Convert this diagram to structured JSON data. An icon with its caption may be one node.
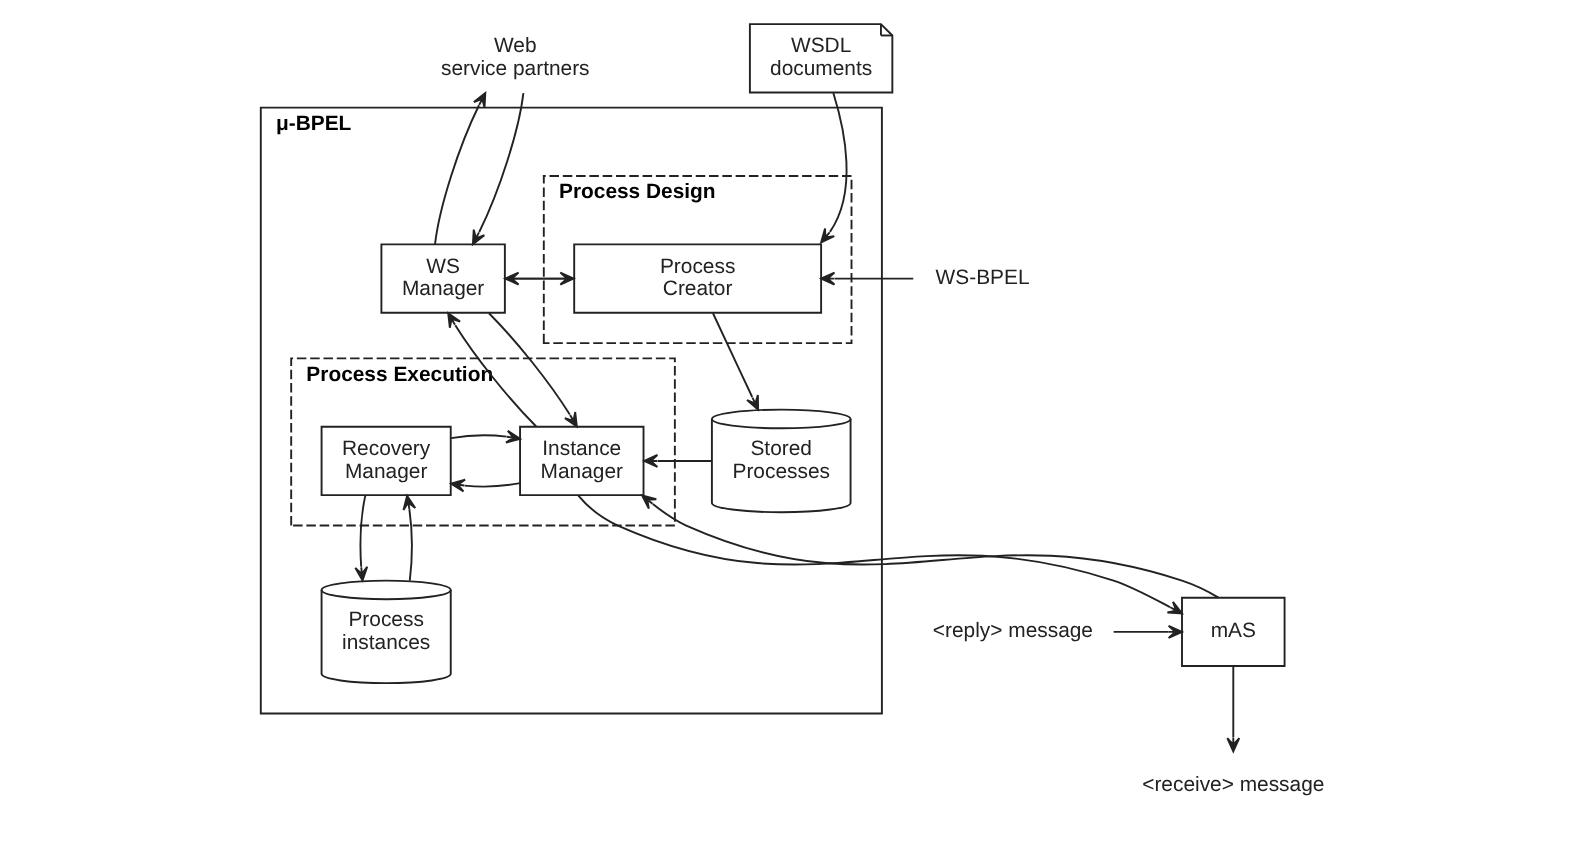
{
  "diagram": {
    "nodes": [
      {
        "text": [
          "WSDL documents"
        ]
      },
      {
        "text": [
          "Web service partners"
        ]
      },
      {
        "text": [
          "μ-BPEL"
        ]
      },
      {
        "text": [
          "Process Design"
        ],
        "in": 2
      },
      {
        "text": [
          "WS-BPEL"
        ]
      },
      {
        "text": [
          "Process Creator"
        ],
        "in": 3
      },
      {
        "text": [
          "WS Manager"
        ],
        "in": 2
      },
      {
        "text": [
          "Process Execution"
        ],
        "in": 2
      },
      {
        "text": [
          "Stored Processes"
        ],
        "in": 2
      },
      {
        "text": [
          "Instance Manager"
        ],
        "in": 7
      },
      {
        "text": [
          "Recovery Manager"
        ],
        "in": 7
      },
      {
        "text": [
          "<reply> message"
        ]
      },
      {
        "text": [
          "mAS"
        ]
      },
      {
        "text": [
          "<receive> message"
        ]
      },
      {
        "text": [
          "Process instances"
        ],
        "in": 2
      }
    ],
    "edges": [
      {
        "from": 0,
        "to": 5,
        "arrow": "to"
      },
      {
        "from": 1,
        "to": 6,
        "arrow": "to"
      },
      {
        "from": 6,
        "to": 1,
        "arrow": "to"
      },
      {
        "from": 4,
        "to": 5,
        "arrow": "to"
      },
      {
        "from": 5,
        "to": 6,
        "arrow": "to"
      },
      {
        "from": 6,
        "to": 5,
        "arrow": "to"
      },
      {
        "from": 5,
        "to": 8,
        "arrow": "to"
      },
      {
        "from": 6,
        "to": 9,
        "arrow": "to"
      },
      {
        "from": 9,
        "to": 6,
        "arrow": "to"
      },
      {
        "from": 8,
        "to": 9,
        "arrow": "to"
      },
      {
        "from": 9,
        "to": 10,
        "arrow": "to"
      },
      {
        "from": 10,
        "to": 9,
        "arrow": "to"
      },
      {
        "from": 10,
        "to": 14,
        "arrow": "to"
      },
      {
        "from": 14,
        "to": 10,
        "arrow": "to"
      },
      {
        "from": 11,
        "to": 12,
        "arrow": "to"
      },
      {
        "from": 12,
        "to": 9,
        "arrow": "to"
      },
      {
        "from": 9,
        "to": 12,
        "arrow": "to"
      },
      {
        "from": 12,
        "to": 13,
        "arrow": "to"
      }
    ]
  }
}
